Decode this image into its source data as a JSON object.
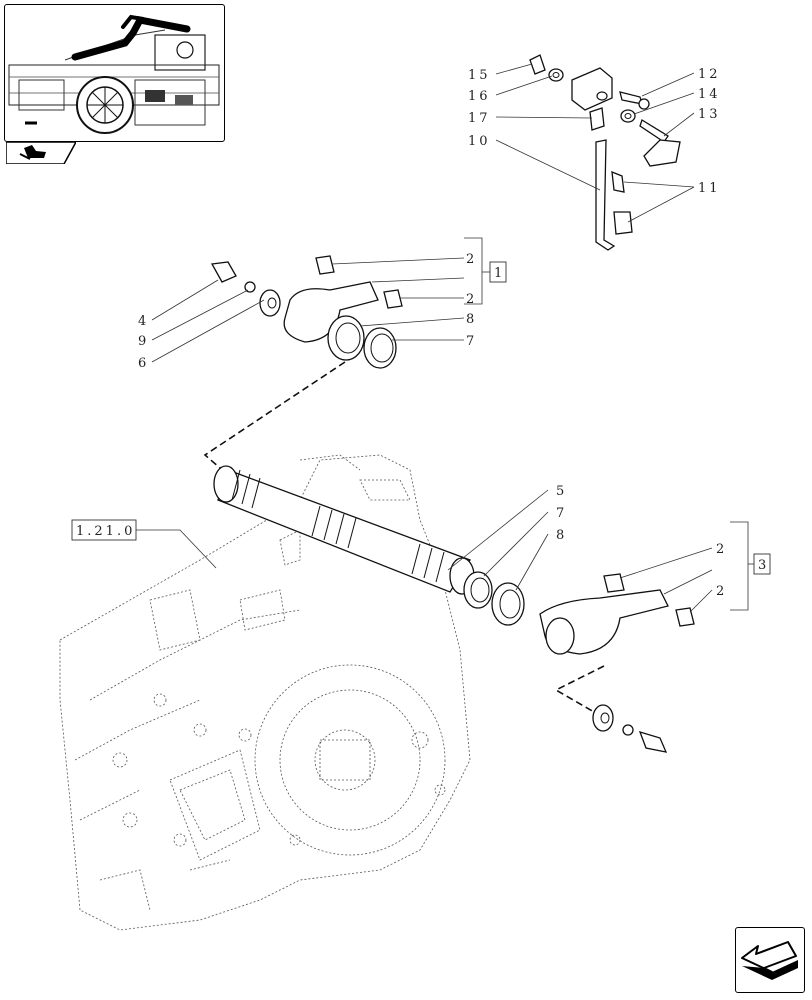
{
  "references": {
    "group_1": "1",
    "group_3": "3",
    "section_ref": "1.21.0"
  },
  "callouts": {
    "c15": "15",
    "c16": "16",
    "c17": "17",
    "c10": "10",
    "c12": "12",
    "c14": "14",
    "c13": "13",
    "c11": "11",
    "c2a": "2",
    "c2b": "2",
    "c4": "4",
    "c9": "9",
    "c6": "6",
    "c8a": "8",
    "c7a": "7",
    "c5": "5",
    "c7b": "7",
    "c8b": "8",
    "c2c": "2",
    "c2d": "2"
  },
  "icons": {
    "thumbnail": "tractor-location-thumbnail-icon",
    "tab": "tractor-tab-icon",
    "next": "next-page-arrow-icon"
  }
}
